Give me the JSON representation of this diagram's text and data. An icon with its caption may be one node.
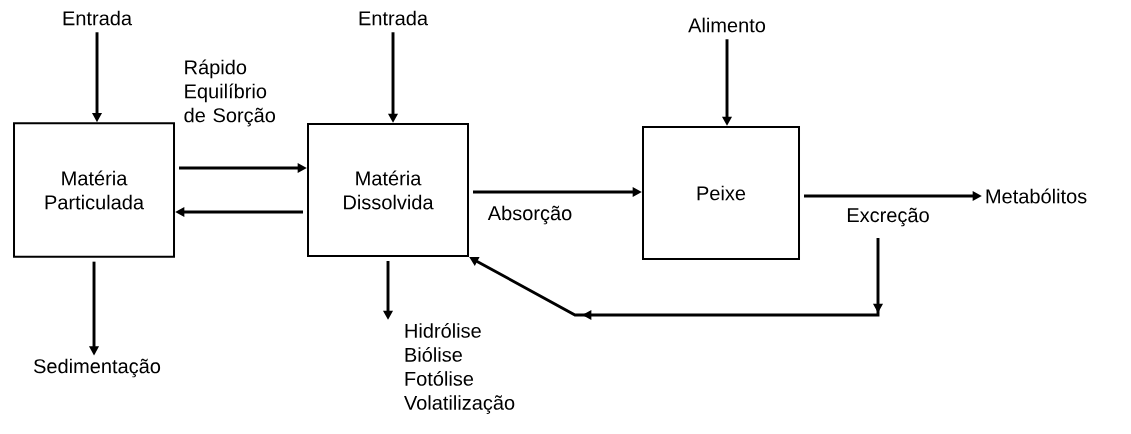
{
  "diagram": {
    "nodes": [
      {
        "text": [
          "Entrada"
        ]
      },
      {
        "text": [
          "Entrada"
        ]
      },
      {
        "text": [
          "Alimento"
        ]
      },
      {
        "text": [
          "Matéria Particulada"
        ]
      },
      {
        "text": [
          "Matéria Dissolvida"
        ]
      },
      {
        "text": [
          "Peixe"
        ]
      },
      {
        "text": [
          "Sedimentação"
        ]
      },
      {
        "text": [
          "Hidrólise",
          "Biólise",
          "Fotólise",
          "Volatilização"
        ]
      },
      {
        "text": [
          "Metabólitos"
        ]
      }
    ],
    "edges": [
      {
        "from": 0,
        "to": 3,
        "arrow": "to"
      },
      {
        "from": 1,
        "to": 4,
        "arrow": "to"
      },
      {
        "from": 2,
        "to": 5,
        "arrow": "to"
      },
      {
        "from": 3,
        "to": 4,
        "arrow": "to",
        "label": "Rápido Equilíbrio de Sorção"
      },
      {
        "from": 4,
        "to": 3,
        "arrow": "to"
      },
      {
        "from": 3,
        "to": 6,
        "arrow": "to"
      },
      {
        "from": 4,
        "to": 7,
        "arrow": "to"
      },
      {
        "from": 4,
        "to": 5,
        "arrow": "to",
        "label": "Absorção"
      },
      {
        "from": 5,
        "to": 8,
        "arrow": "to",
        "label": "Excreção"
      },
      {
        "from": null,
        "to": 4,
        "arrow": "to"
      }
    ]
  }
}
